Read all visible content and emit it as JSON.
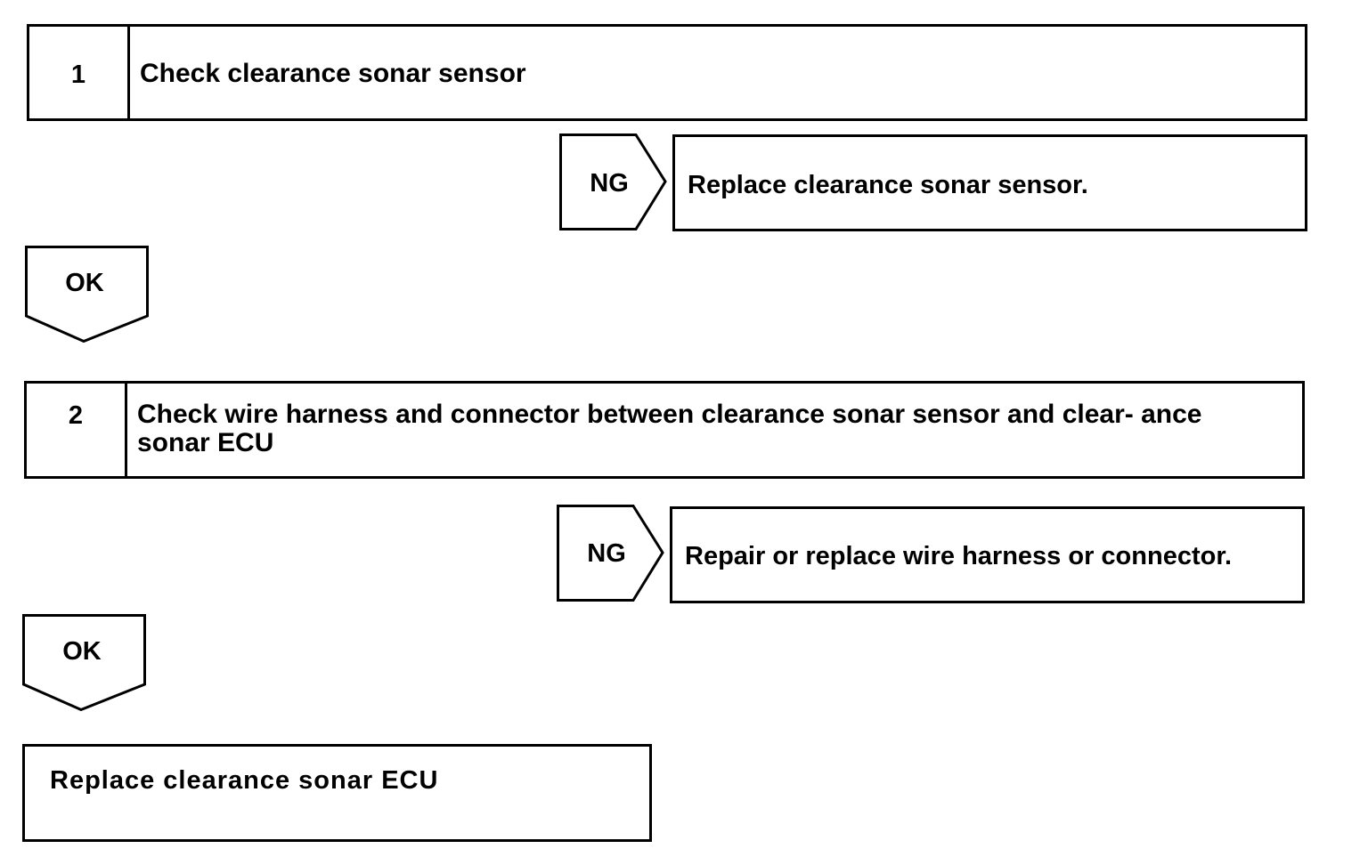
{
  "steps": [
    {
      "number": "1",
      "title": "Check clearance sonar sensor",
      "ng_label": "NG",
      "ng_action": "Replace clearance sonar sensor.",
      "ok_label": "OK"
    },
    {
      "number": "2",
      "title": "Check wire harness and connector between clearance sonar sensor and clear- ance sonar ECU",
      "ng_label": "NG",
      "ng_action": "Repair or replace wire harness or connector.",
      "ok_label": "OK"
    }
  ],
  "final_action": "Replace clearance sonar ECU"
}
